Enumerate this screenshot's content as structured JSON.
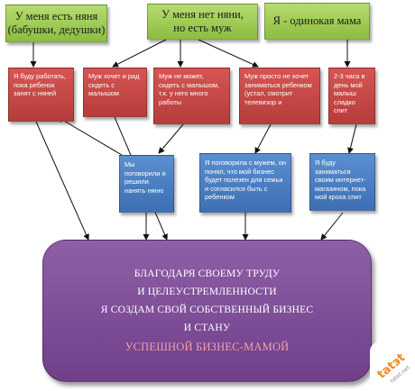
{
  "top_boxes": [
    {
      "line1": "У меня есть няня",
      "line2": "(бабушки, дедушки)"
    },
    {
      "line1": "У меня нет няни,",
      "line2": "но есть муж"
    },
    {
      "line1": "Я - одинокая мама",
      "line2": ""
    }
  ],
  "problem_boxes": [
    {
      "text": "Я буду работать, пока ребенок занят с няней"
    },
    {
      "text": "Муж хочет и рад сидеть с малышом"
    },
    {
      "text": "Муж не может, сидеть с малышом, т.к. у него много работы"
    },
    {
      "text": "Муж просто не хочет заниматься ребенком (устал, смотрит телевизор и"
    },
    {
      "text": "2-3 часа в день мой малыш сладко спит"
    }
  ],
  "solution_boxes": [
    {
      "text": "Мы поговорили и решили нанять няню"
    },
    {
      "text": "Я поговорила с мужем, он понял, что мой бизнес будет полезен для семьи и согласился быть с ребенком"
    },
    {
      "text": "Я буду заниматься своим интернет-магазином, пока мой кроха спит"
    }
  ],
  "goal": {
    "line1": "БЛАГОДАРЯ СВОЕМУ ТРУДУ",
    "line2": "И ЦЕЛЕУСТРЕМЛЕННОСТИ",
    "line3": "Я СОЗДАМ СВОЙ СОБСТВЕННЫЙ БИЗНЕС",
    "line4": "И СТАНУ",
    "line5": "УСПЕШНОЙ БИЗНЕС-МАМОЙ"
  },
  "watermark": {
    "brand": "tatэt",
    "site": "tatet.net"
  },
  "colors": {
    "green": "#9bc94f",
    "red": "#c0504d",
    "blue": "#4f81bd",
    "purple": "#7d4f98",
    "accent_pink": "#f3a0ab",
    "logo_orange": "#f08a1c"
  }
}
